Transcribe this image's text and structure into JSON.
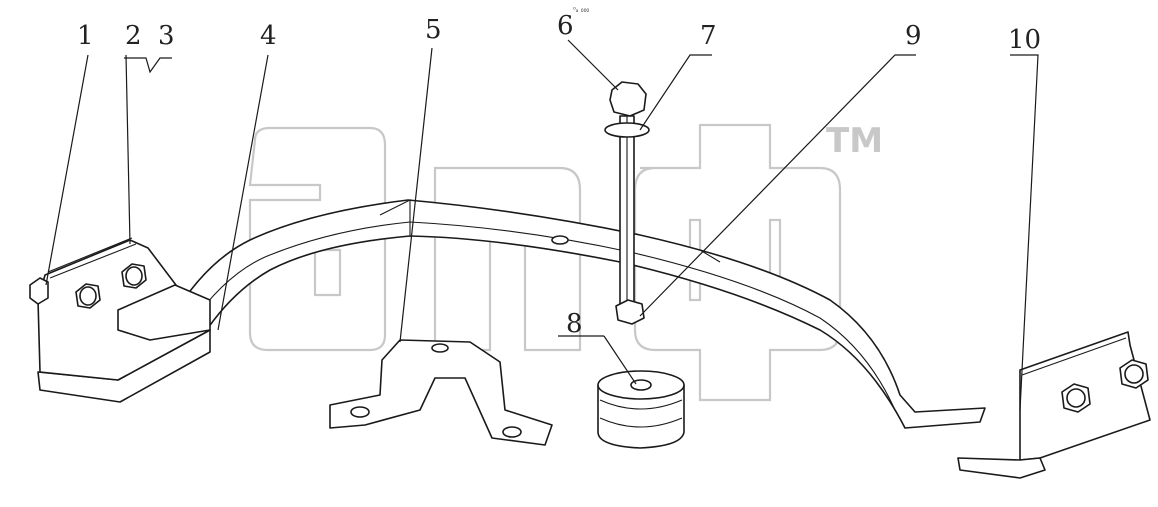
{
  "caption_mark": "⁰ₐ ₀₀₀",
  "watermark": {
    "text": "anф",
    "trademark": "TM",
    "color": "#c8c8c8"
  },
  "callouts": [
    "1",
    "2",
    "3",
    "4",
    "5",
    "6",
    "7",
    "8",
    "9",
    "10"
  ],
  "line_color": "#1a1a1a"
}
